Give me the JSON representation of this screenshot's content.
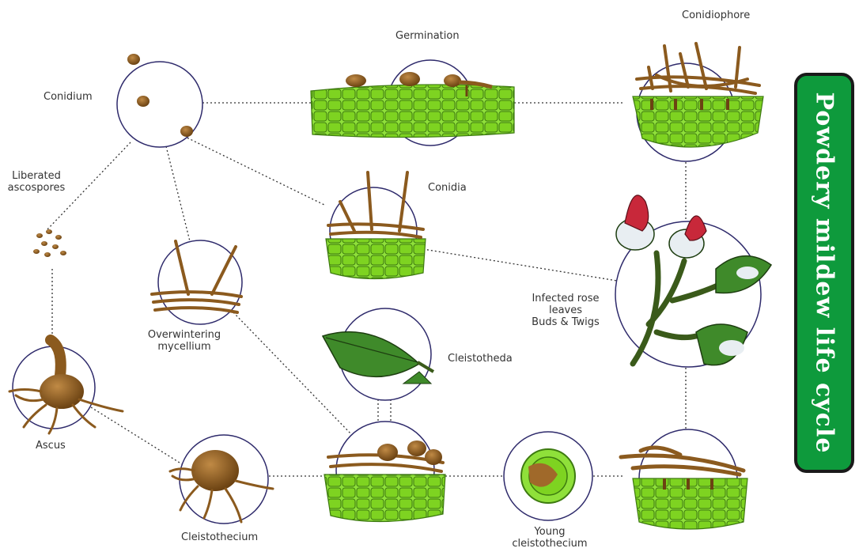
{
  "title": "Powdery mildew life cycle",
  "labels": {
    "conidium": "Conidium",
    "germination": "Germination",
    "conidiophore": "Conidiophore",
    "liberated_ascospores": "Liberated\nascospores",
    "conidia": "Conidia",
    "infected_rose": "Infected rose\nleaves\nBuds & Twigs",
    "overwintering_mycellium": "Overwintering\nmycellium",
    "cleistotheda": "Cleistotheda",
    "ascus": "Ascus",
    "cleistothecium": "Cleistothecium",
    "young_cleistothecium": "Young\ncleistothecium"
  },
  "colors": {
    "title_bg": "#0e9a3c",
    "circle_stroke": "#2e2a6b",
    "leaf_green": "#7ed321",
    "fungus_brown": "#8b5a1e",
    "bud_red": "#c8283a"
  }
}
